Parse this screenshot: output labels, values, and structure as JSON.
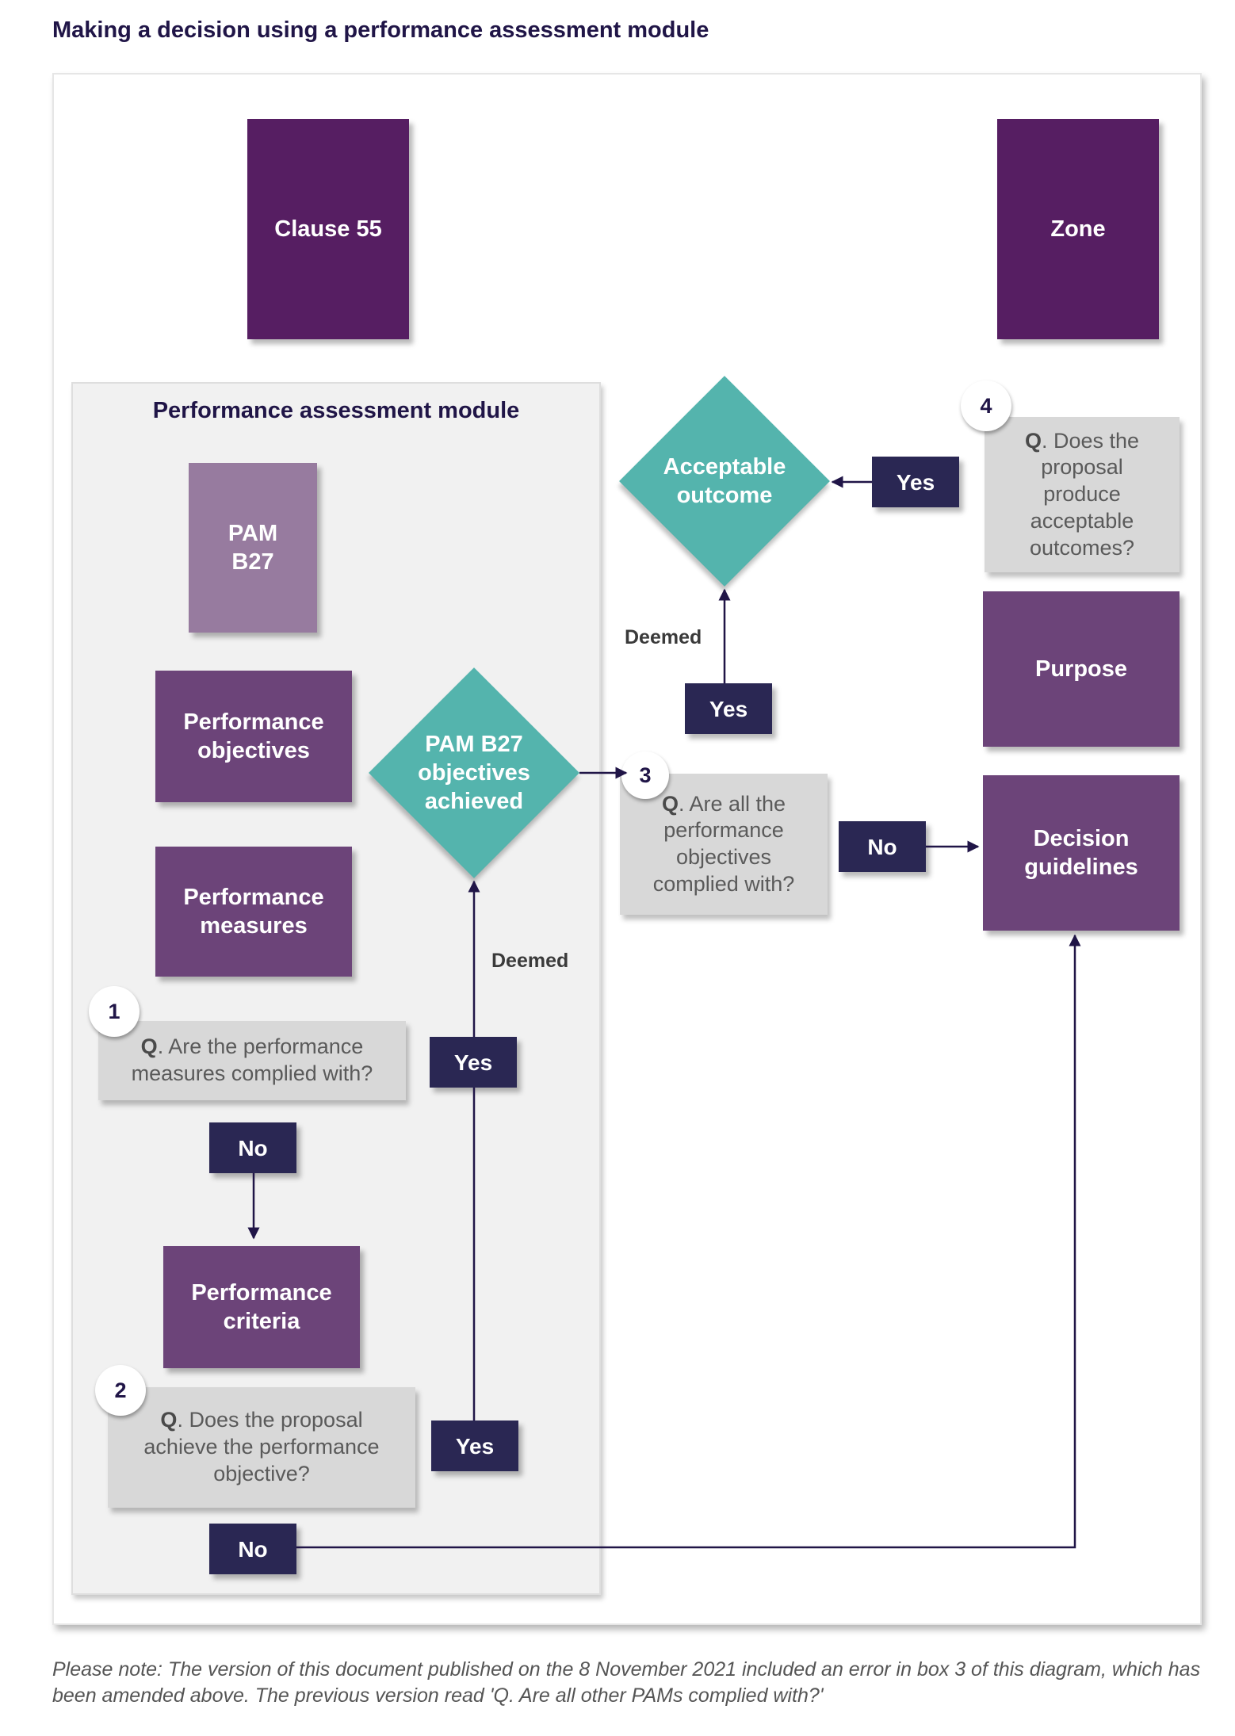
{
  "title": "Making a decision using a performance assessment module",
  "boxes": {
    "clause55": "Clause 55",
    "zone": "Zone",
    "pam_b27": "PAM B27",
    "performance_objectives": "Performance objectives",
    "performance_measures": "Performance measures",
    "performance_criteria": "Performance criteria",
    "purpose": "Purpose",
    "decision_guidelines": "Decision guidelines"
  },
  "module": {
    "title": "Performance assessment module"
  },
  "diamonds": {
    "objectives_achieved": "PAM B27 objectives achieved",
    "acceptable_outcome": "Acceptable outcome"
  },
  "questions": [
    {
      "number": "1",
      "q": "Q",
      "text": ". Are the performance measures complied with?"
    },
    {
      "number": "2",
      "q": "Q",
      "text": ". Does the proposal achieve the performance objective?"
    },
    {
      "number": "3",
      "q": "Q",
      "text": ". Are all the performance objectives complied with?"
    },
    {
      "number": "4",
      "q": "Q",
      "text": ". Does the proposal produce acceptable outcomes?"
    }
  ],
  "answers": {
    "yes": "Yes",
    "no": "No"
  },
  "deemed": "Deemed",
  "note": "Please note: The version of this document published on the 8 November 2021 included an error in box 3 of this diagram, which has been amended above. The previous version read 'Q. Are all other PAMs complied with?'",
  "colors": {
    "heading": "#201547",
    "dark_purple": "#561e62",
    "purple": "#6c4479",
    "lilac": "#977b9f",
    "navy": "#2a2753",
    "teal": "#54b4ad",
    "grey_box": "#d8d8d8"
  }
}
